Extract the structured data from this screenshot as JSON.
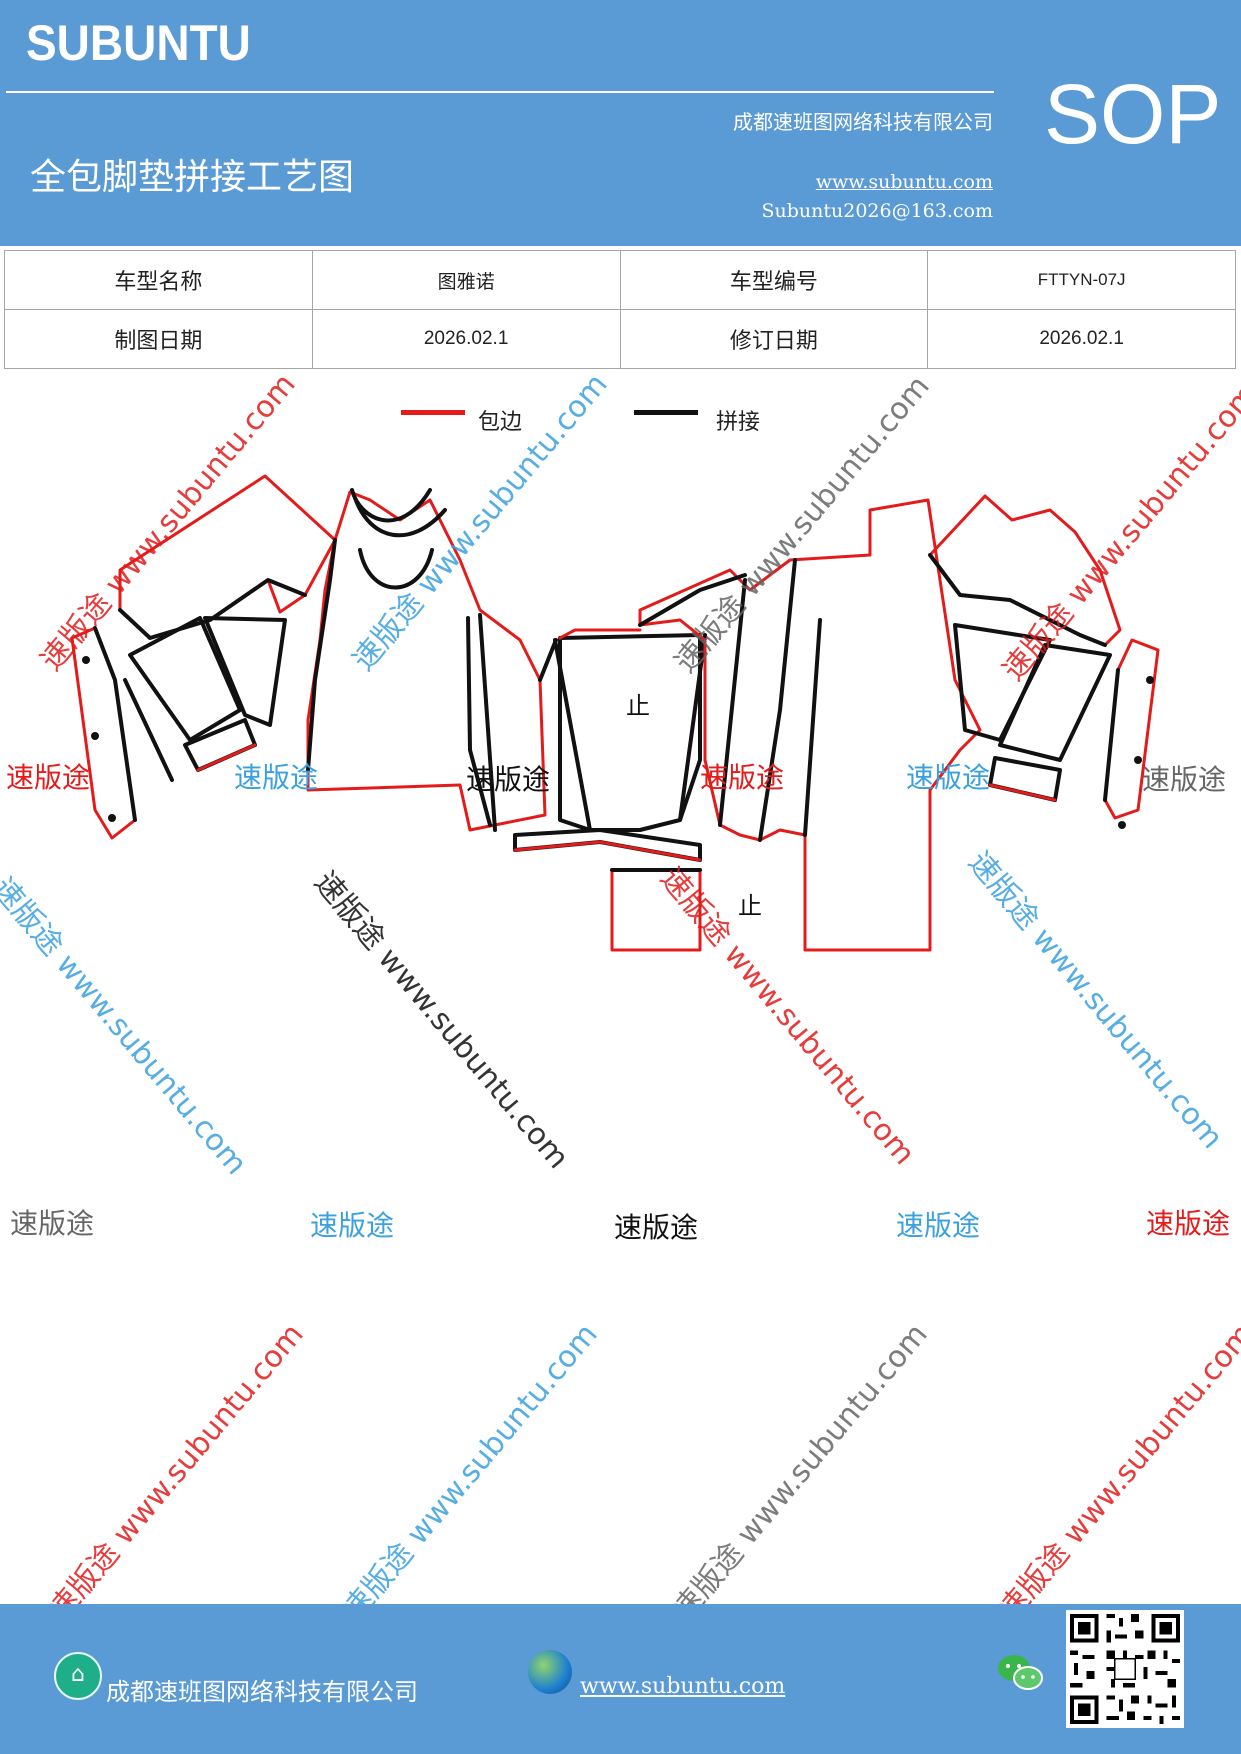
{
  "header": {
    "brand": "SUBUNTU",
    "company": "成都速班图网络科技有限公司",
    "title": "全包脚垫拼接工艺图",
    "website": "www.subuntu.com",
    "email": "Subuntu2026@163.com",
    "badge": "SOP"
  },
  "info": {
    "model_name_label": "车型名称",
    "model_name_value": "图雅诺",
    "model_code_label": "车型编号",
    "model_code_value": "FTTYN-07J",
    "draw_date_label": "制图日期",
    "draw_date_value": "2026.02.1",
    "revise_date_label": "修订日期",
    "revise_date_value": "2026.02.1"
  },
  "legend": {
    "edge_label": "包边",
    "edge_color": "#e31b1b",
    "splice_label": "拼接",
    "splice_color": "#111111"
  },
  "diagram": {
    "stop_mark": "止"
  },
  "watermark": {
    "short": "速版途",
    "long": "速版途 www.subuntu.com"
  },
  "footer": {
    "company": "成都速班图网络科技有限公司",
    "website": "www.subuntu.com",
    "home_icon": "home-icon",
    "globe_icon": "globe-icon",
    "wechat_icon": "wechat-icon"
  },
  "colors": {
    "header_bg": "#5b9bd5",
    "edge_red": "#e31b1b",
    "watermark_blue": "#3aa0e0"
  }
}
